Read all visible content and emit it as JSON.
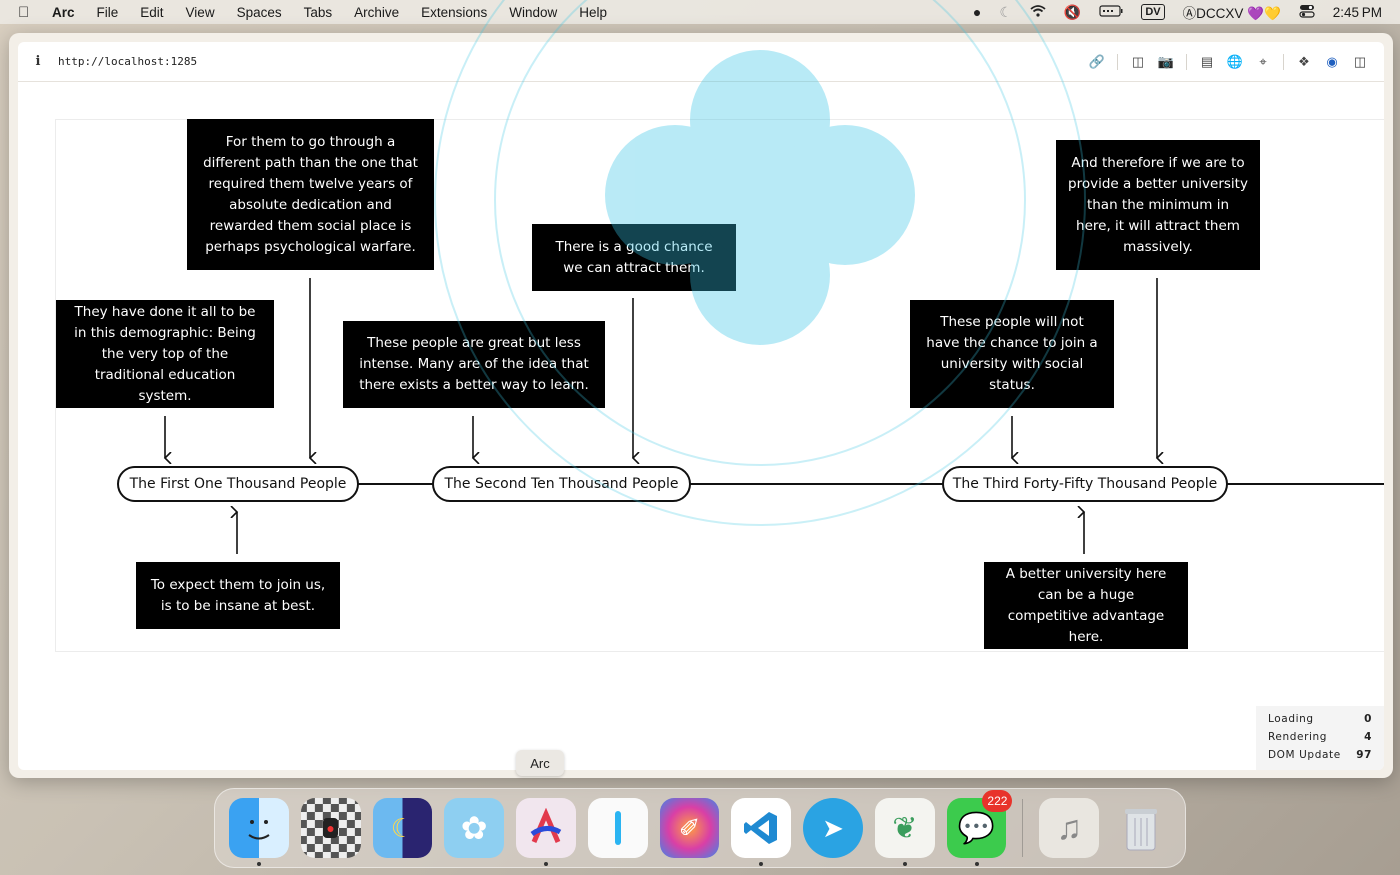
{
  "menubar": {
    "app_name": "Arc",
    "items": [
      "File",
      "Edit",
      "View",
      "Spaces",
      "Tabs",
      "Archive",
      "Extensions",
      "Window",
      "Help"
    ],
    "status_text": "ⒶDCCXV 💜💛",
    "dv_label": "DV",
    "clock": "2:45 PM"
  },
  "browser": {
    "info_label": "i",
    "url": "http://localhost:1285"
  },
  "diagram": {
    "nodes": [
      "The First One Thousand People",
      "The Second Ten Thousand People",
      "The Third Forty-Fifty Thousand People"
    ],
    "notes": {
      "n1_top_left": "They have done it all to be in this demographic: Being the very top of the traditional education system.",
      "n1_top_right": "For them to go through a different path than the one that required them twelve years of absolute dedication and rewarded them social place is perhaps psychological warfare.",
      "n1_bottom": "To expect them to join us, is to be insane at best.",
      "n2_left": "These people are great but less intense. Many are of the idea that there exists a better way to learn.",
      "n2_right": "There is a good chance we can attract them.",
      "n3_left": "These people will not have the chance to join a university with social status.",
      "n3_right": "And therefore if we are to provide a better university than the minimum in here, it will attract them massively.",
      "n3_bottom": "A better university here can be a huge competitive advantage here."
    }
  },
  "stats": [
    {
      "label": "Loading",
      "value": "0"
    },
    {
      "label": "Rendering",
      "value": "4"
    },
    {
      "label": "DOM Update",
      "value": "97"
    }
  ],
  "dock": {
    "tooltip": "Arc",
    "messages_badge": "222",
    "apps": [
      "Finder",
      "Chess",
      "Weather",
      "Cloud App",
      "Arc",
      "Notes",
      "Pixelmator",
      "VS Code",
      "Telegram",
      "Leaf",
      "Messages",
      "Music",
      "Trash"
    ]
  }
}
